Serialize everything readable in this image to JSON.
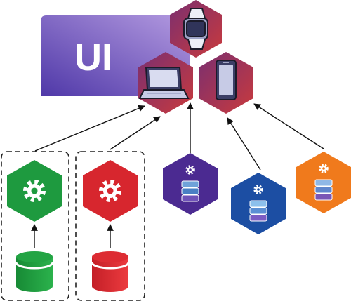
{
  "ui_label": "UI",
  "colors": {
    "ui_panel_from": "#5a40b4",
    "ui_panel_to": "#a78bdc",
    "device_hex_from": "#6a2a6e",
    "device_hex_to": "#c2373f",
    "arrow": "#111111",
    "group_border": "#222222",
    "green": "#1e9a3f",
    "red": "#d7262e",
    "purple": "#4b2a91",
    "blue": "#1c4ea3",
    "orange": "#f07a1c"
  },
  "devices": [
    {
      "name": "smartwatch",
      "icon": "watch-icon"
    },
    {
      "name": "laptop",
      "icon": "laptop-icon"
    },
    {
      "name": "phone",
      "icon": "phone-icon"
    }
  ],
  "services": [
    {
      "name": "service-green",
      "color": "green",
      "icon": "gear-icon",
      "has_database": true,
      "grouped": true
    },
    {
      "name": "service-red",
      "color": "red",
      "icon": "gear-icon",
      "has_database": true,
      "grouped": true
    },
    {
      "name": "service-purple",
      "color": "purple",
      "icon": "gear-server-icon",
      "has_database": false,
      "grouped": false
    },
    {
      "name": "service-blue",
      "color": "blue",
      "icon": "gear-server-icon",
      "has_database": false,
      "grouped": false
    },
    {
      "name": "service-orange",
      "color": "orange",
      "icon": "gear-server-icon",
      "has_database": false,
      "grouped": false
    }
  ]
}
